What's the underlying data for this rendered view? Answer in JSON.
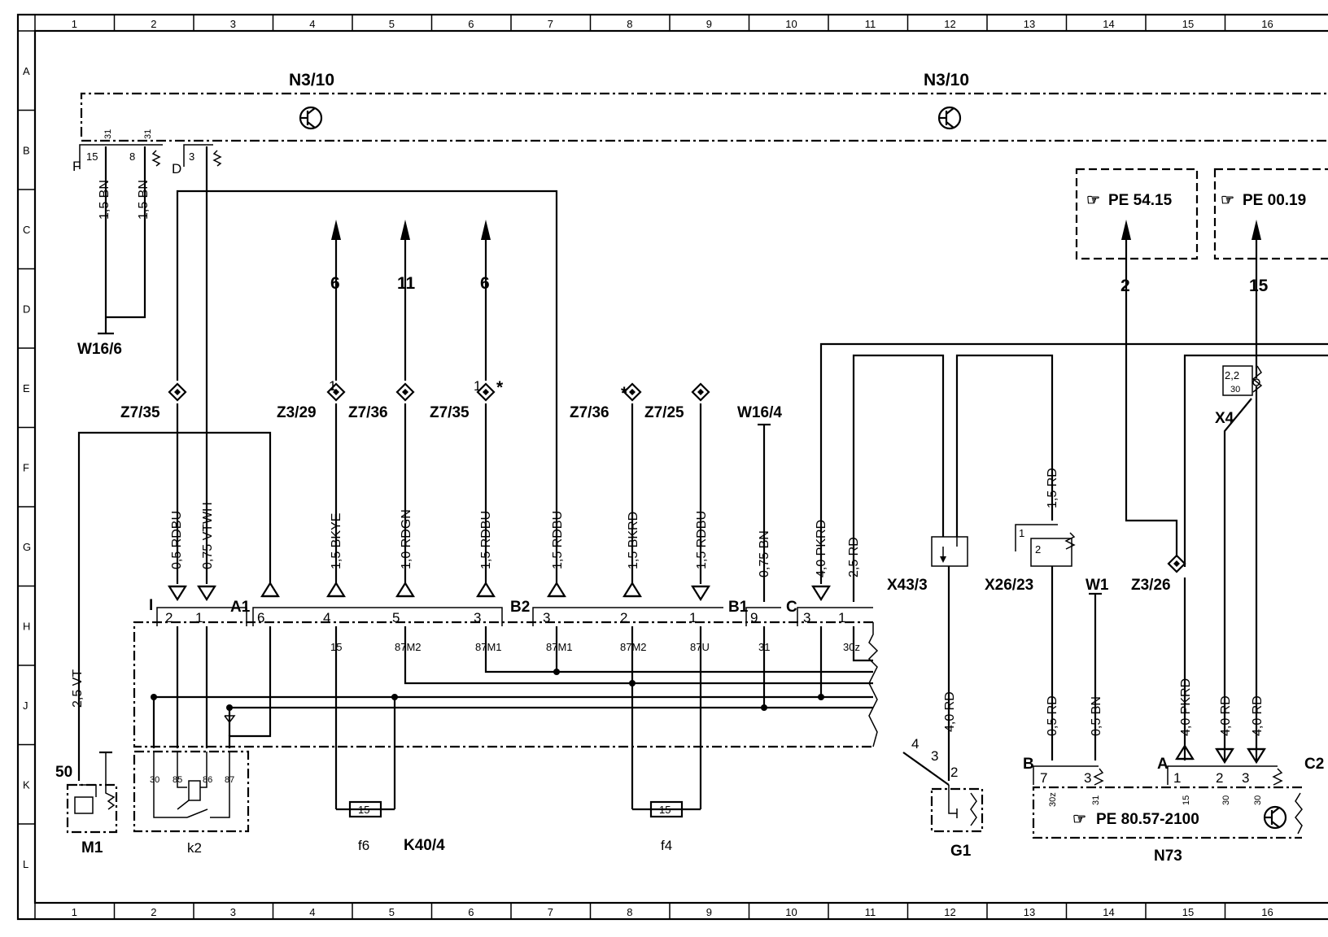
{
  "grid": {
    "columns": [
      "1",
      "2",
      "3",
      "4",
      "5",
      "6",
      "7",
      "8",
      "9",
      "10",
      "11",
      "12",
      "13",
      "14",
      "15",
      "16"
    ],
    "rows": [
      "A",
      "B",
      "C",
      "D",
      "E",
      "F",
      "G",
      "H",
      "J",
      "K",
      "L"
    ]
  },
  "modules": {
    "n3_10_left": "N3/10",
    "n3_10_right": "N3/10",
    "w16_6": "W16/6",
    "w16_4": "W16/4",
    "m1": "M1",
    "k2": "k2",
    "f6": "f6",
    "k40_4": "K40/4",
    "f4": "f4",
    "g1": "G1",
    "n73": "N73",
    "x43_3": "X43/3",
    "x26_23": "X26/23",
    "w1": "W1",
    "z3_26": "Z3/26",
    "x4": "X4"
  },
  "refs": {
    "pe_54_15": "PE 54.15",
    "pe_00_19": "PE 00.19",
    "pe_80_57": "PE 80.57-2100"
  },
  "splices": {
    "z7_35_a": "Z7/35",
    "z3_29": "Z3/29",
    "z7_36_a": "Z7/36",
    "z7_35_b": "Z7/35",
    "z7_36_b": "Z7/36",
    "z7_25": "Z7/25"
  },
  "arrows": {
    "a1": "6",
    "a2": "11",
    "a3": "6",
    "a4": "2",
    "a5": "15"
  },
  "wires": {
    "w_f15": "1,5 BN",
    "w_f8": "1,5 BN",
    "w_i2": "0,5 RDBU",
    "w_i1": "0,75 VTWH",
    "w_a4": "1,5 BKYE",
    "w_a5": "1,0 RDGN",
    "w_a3": "1,5 RDBU",
    "w_b3": "1,5 RDBU",
    "w_b2": "1,5 BKRD",
    "w_b1": "1,5 RDBU",
    "w_b19": "0,75 BN",
    "w_c3": "4,0 PKRD",
    "w_c1": "2,5 RD",
    "w_m1": "2,5 VT",
    "w_g1": "4,0 RD",
    "w_x26": "1,5 RD",
    "w_n7": "0,5 RD",
    "w_n3": "0,5 BN",
    "w_a1n": "4,0 PKRD",
    "w_a2n": "4,0 RD",
    "w_a3n": "4,0 RD"
  },
  "connectors": {
    "F": "F",
    "D": "D",
    "I": "I",
    "A1": "A1",
    "B2": "B2",
    "B1": "B1",
    "C": "C",
    "B": "B",
    "A": "A",
    "C2": "C2"
  },
  "pins": {
    "p15": "15",
    "p31a": "31",
    "p8": "8",
    "p31b": "31",
    "p3": "3",
    "i2": "2",
    "i1": "1",
    "a16": "6",
    "a14": "4",
    "a15": "5",
    "a13": "3",
    "b23": "3",
    "b22": "2",
    "b21": "1",
    "b19": "9",
    "c3": "3",
    "c1": "1",
    "t15": "15",
    "t87m2a": "87M2",
    "t87m1a": "87M1",
    "t87m1b": "87M1",
    "t87m2b": "87M2",
    "t87u": "87U",
    "t31": "31",
    "t30z": "30z",
    "k30": "30",
    "k85": "85",
    "k86": "86",
    "k87": "87",
    "fuse15a": "15",
    "fuse15b": "15",
    "m50": "50",
    "g4": "4",
    "g3": "3",
    "g2": "2",
    "x1": "1",
    "x2": "2",
    "x22": "2,2",
    "x30": "30",
    "n7": "7",
    "n3b": "3",
    "n1": "1",
    "n2": "2",
    "n3": "3",
    "n30z": "30z",
    "n31": "31",
    "n15": "15",
    "n30a": "30",
    "n30b": "30",
    "s1": "1",
    "s2": "1",
    "star1": "*",
    "star2": "*"
  }
}
